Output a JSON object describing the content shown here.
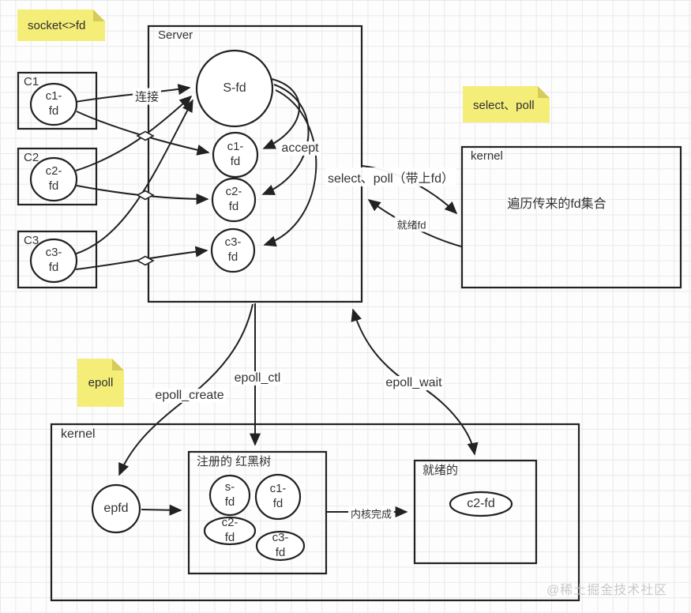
{
  "stickies": {
    "socket_fd": "socket<>fd",
    "select_poll": "select、poll",
    "epoll": "epoll"
  },
  "clients": [
    {
      "title": "C1",
      "circle": "c1-\nfd"
    },
    {
      "title": "C2",
      "circle": "c2-\nfd"
    },
    {
      "title": "C3",
      "circle": "c3-\nfd"
    }
  ],
  "server": {
    "title": "Server",
    "sfd": "S-fd",
    "fds": [
      "c1-\nfd",
      "c2-\nfd",
      "c3-\nfd"
    ]
  },
  "labels": {
    "connect": "连接",
    "accept": "accept",
    "select_poll_call": "select、poll（带上fd）",
    "ready_fd": "就绪fd",
    "epoll_create": "epoll_create",
    "epoll_ctl": "epoll_ctl",
    "epoll_wait": "epoll_wait",
    "kernel_done": "内核完成"
  },
  "select_kernel": {
    "title": "kernel",
    "body": "遍历传来的fd集合"
  },
  "epoll_kernel": {
    "title": "kernel",
    "epfd": "epfd",
    "rbtree": {
      "title": "注册的 红黑树",
      "fds": [
        "s-\nfd",
        "c1-\nfd",
        "c2-\nfd",
        "c3-\nfd"
      ]
    },
    "ready": {
      "title": "就绪的",
      "fd": "c2-fd"
    }
  },
  "watermark": "@稀土掘金技术社区",
  "colors": {
    "stroke": "#222222",
    "sticky": "#f4ee79",
    "sticky_fold": "#d5ca5a",
    "label": "#333333",
    "watermark": "#c9c9c9"
  }
}
